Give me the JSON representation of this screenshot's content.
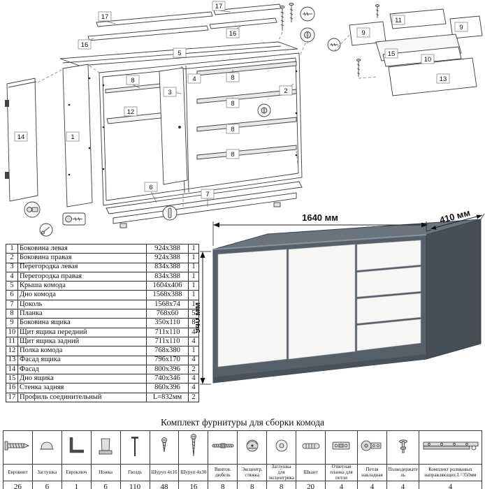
{
  "diagram": {
    "labels": [
      "17",
      "16",
      "17",
      "16",
      "5",
      "8",
      "3",
      "4",
      "12",
      "1",
      "14",
      "8",
      "8",
      "8",
      "8",
      "2",
      "6",
      "7",
      "11",
      "9",
      "9",
      "15",
      "10",
      "13"
    ]
  },
  "render": {
    "width_label": "1640 мм",
    "depth_label": "410 мм",
    "height_label": "940 мм",
    "colors": {
      "front": "#575f68",
      "side": "#464e56",
      "top": "#6b747d",
      "panels": "#f6f6f4"
    }
  },
  "parts_table": {
    "rows": [
      {
        "num": "1",
        "name": "Боковина левая",
        "size": "924x388",
        "qty": "1"
      },
      {
        "num": "2",
        "name": "Боковина правая",
        "size": "924x388",
        "qty": "1"
      },
      {
        "num": "3",
        "name": "Перегородка левая",
        "size": "834x388",
        "qty": "1"
      },
      {
        "num": "4",
        "name": "Перегородка правая",
        "size": "834x388",
        "qty": "1"
      },
      {
        "num": "5",
        "name": "Крыша комода",
        "size": "1604x406",
        "qty": "1"
      },
      {
        "num": "6",
        "name": "Дно комода",
        "size": "1568x388",
        "qty": "1"
      },
      {
        "num": "7",
        "name": "Цоколь",
        "size": "1568x74",
        "qty": "1"
      },
      {
        "num": "8",
        "name": "Планка",
        "size": "768x60",
        "qty": "5"
      },
      {
        "num": "9",
        "name": "Боковина ящика",
        "size": "350x110",
        "qty": "8"
      },
      {
        "num": "10",
        "name": "Щит ящика передний",
        "size": "711x110",
        "qty": "4"
      },
      {
        "num": "11",
        "name": "Щит ящика задний",
        "size": "711x110",
        "qty": "4"
      },
      {
        "num": "12",
        "name": "Полка комода",
        "size": "768x380",
        "qty": "1"
      },
      {
        "num": "13",
        "name": "Фасад ящика",
        "size": "796x170",
        "qty": "4"
      },
      {
        "num": "14",
        "name": "Фасад",
        "size": "800x396",
        "qty": "2"
      },
      {
        "num": "15",
        "name": "Дно ящика",
        "size": "740x346",
        "qty": "4"
      },
      {
        "num": "16",
        "name": "Стенка задняя",
        "size": "860x396",
        "qty": "4"
      },
      {
        "num": "17",
        "name": "Профиль соединительный",
        "size": "L=832мм",
        "qty": "2"
      }
    ]
  },
  "hardware": {
    "title": "Комплект фурнитуры для сборки комода",
    "items": [
      {
        "icon": "confirmat-screw-icon",
        "name": "Евровинт",
        "qty": "26"
      },
      {
        "icon": "cap-icon",
        "name": "Заглушка",
        "qty": "6"
      },
      {
        "icon": "hex-key-icon",
        "name": "Евроключ",
        "qty": "1"
      },
      {
        "icon": "leg-icon",
        "name": "Ножка",
        "qty": "6"
      },
      {
        "icon": "nail-icon",
        "name": "Гвоздь",
        "qty": "110"
      },
      {
        "icon": "screw-4x16-icon",
        "name": "Шуруп 4x16",
        "qty": "48"
      },
      {
        "icon": "screw-4x30-icon",
        "name": "Шуруп 4x30",
        "qty": "16"
      },
      {
        "icon": "dowel-screw-icon",
        "name": "Винтов. дюбель",
        "qty": "8"
      },
      {
        "icon": "cam-lock-icon",
        "name": "Эксцентр. стяжка",
        "qty": "8"
      },
      {
        "icon": "cam-cap-icon",
        "name": "Заглушка для эксцентрика",
        "qty": "8"
      },
      {
        "icon": "wood-dowel-icon",
        "name": "Шкант",
        "qty": "20"
      },
      {
        "icon": "hinge-plate-icon",
        "name": "Ответная планка для петли",
        "qty": "4"
      },
      {
        "icon": "hinge-icon",
        "name": "Петля накладная",
        "qty": "4"
      },
      {
        "icon": "shelf-pin-icon",
        "name": "Полкодержатель",
        "qty": "4"
      },
      {
        "icon": "drawer-slide-icon",
        "name": "Комплект роликовых направляющих L=350мм",
        "qty": "4"
      }
    ]
  }
}
